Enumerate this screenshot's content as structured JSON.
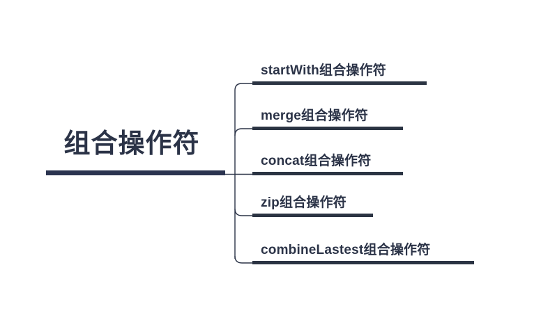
{
  "diagram": {
    "type": "mind-map",
    "orientation": "left-root-right-branches",
    "background_color": "#ffffff",
    "accent_color": "#2b3347",
    "line_color": "#2b3443",
    "root": {
      "label": "组合操作符",
      "underline_color": "#2b3450"
    },
    "branches": [
      {
        "label": "startWith组合操作符",
        "operator": "startWith",
        "suffix": "组合操作符",
        "underline_width": 250
      },
      {
        "label": "merge组合操作符",
        "operator": "merge",
        "suffix": "组合操作符",
        "underline_width": 216
      },
      {
        "label": "concat组合操作符",
        "operator": "concat",
        "suffix": "组合操作符",
        "underline_width": 216
      },
      {
        "label": "zip组合操作符",
        "operator": "zip",
        "suffix": "组合操作符",
        "underline_width": 173
      },
      {
        "label": "combineLastest组合操作符",
        "operator": "combineLastest",
        "suffix": "组合操作符",
        "underline_width": 318
      }
    ]
  }
}
